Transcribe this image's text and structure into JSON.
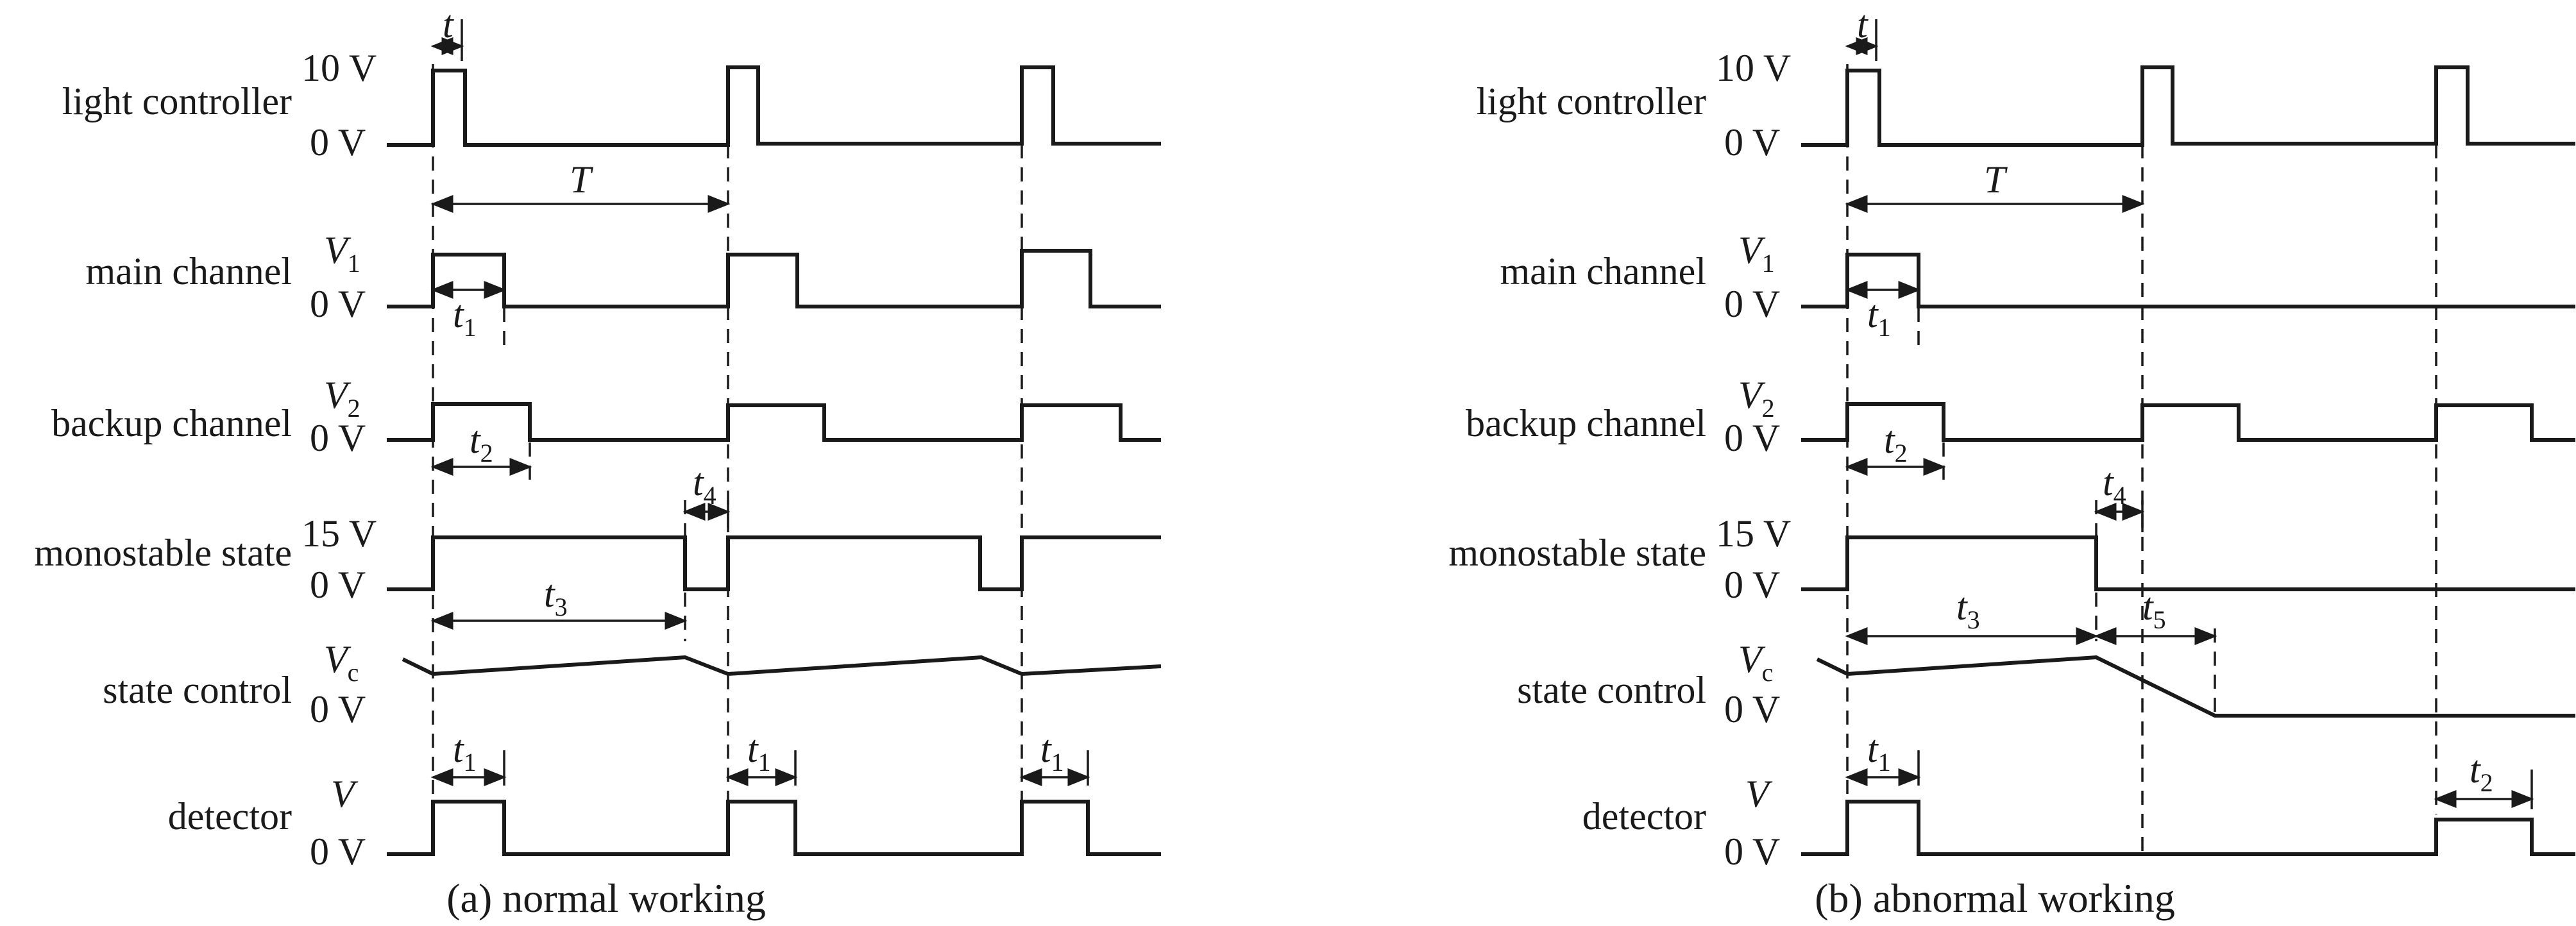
{
  "rows": [
    {
      "name": "light controller",
      "levels": [
        "10 V",
        "0 V"
      ]
    },
    {
      "name": "main channel",
      "levels": [
        "V",
        "0 V"
      ],
      "level_sub": "1"
    },
    {
      "name": "backup channel",
      "levels": [
        "V",
        "0 V"
      ],
      "level_sub": "2"
    },
    {
      "name": "monostable state",
      "levels": [
        "15 V",
        "0 V"
      ]
    },
    {
      "name": "state control",
      "levels": [
        "V",
        "0 V"
      ],
      "level_sub": "c"
    },
    {
      "name": "detector",
      "levels": [
        "V",
        "0 V"
      ]
    }
  ],
  "panels": [
    {
      "caption": "(a) normal working",
      "annotations": [
        {
          "sym": "t",
          "sub": ""
        },
        {
          "sym": "T",
          "sub": ""
        },
        {
          "sym": "t",
          "sub": "1"
        },
        {
          "sym": "t",
          "sub": "2"
        },
        {
          "sym": "t",
          "sub": "4"
        },
        {
          "sym": "t",
          "sub": "3"
        },
        {
          "sym": "t",
          "sub": "1"
        },
        {
          "sym": "t",
          "sub": "1"
        },
        {
          "sym": "t",
          "sub": "1"
        }
      ]
    },
    {
      "caption": "(b) abnormal working",
      "annotations": [
        {
          "sym": "t",
          "sub": ""
        },
        {
          "sym": "T",
          "sub": ""
        },
        {
          "sym": "t",
          "sub": "1"
        },
        {
          "sym": "t",
          "sub": "2"
        },
        {
          "sym": "t",
          "sub": "4"
        },
        {
          "sym": "t",
          "sub": "3"
        },
        {
          "sym": "t",
          "sub": "5"
        },
        {
          "sym": "t",
          "sub": "1"
        },
        {
          "sym": "t",
          "sub": "2"
        }
      ]
    }
  ]
}
